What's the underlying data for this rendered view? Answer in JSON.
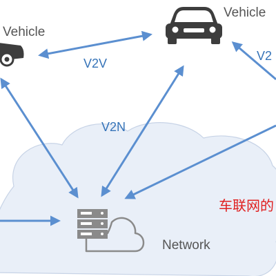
{
  "diagram": {
    "vehicle_left_label": "Vehicle",
    "vehicle_right_label": "Vehicle",
    "link_v2v_label": "V2V",
    "link_v2n_label": "V2N",
    "link_right_label": "V2",
    "network_label": "Network",
    "watermark_text": "车联网的"
  },
  "colors": {
    "arrow": "#5b8fd0",
    "link_text": "#3573b8",
    "cloud_fill": "#e9eff8",
    "cloud_stroke": "#c7d3e6",
    "icon": "#3d3d3d",
    "network_icon": "#8a8a8a",
    "watermark": "#e02020"
  }
}
